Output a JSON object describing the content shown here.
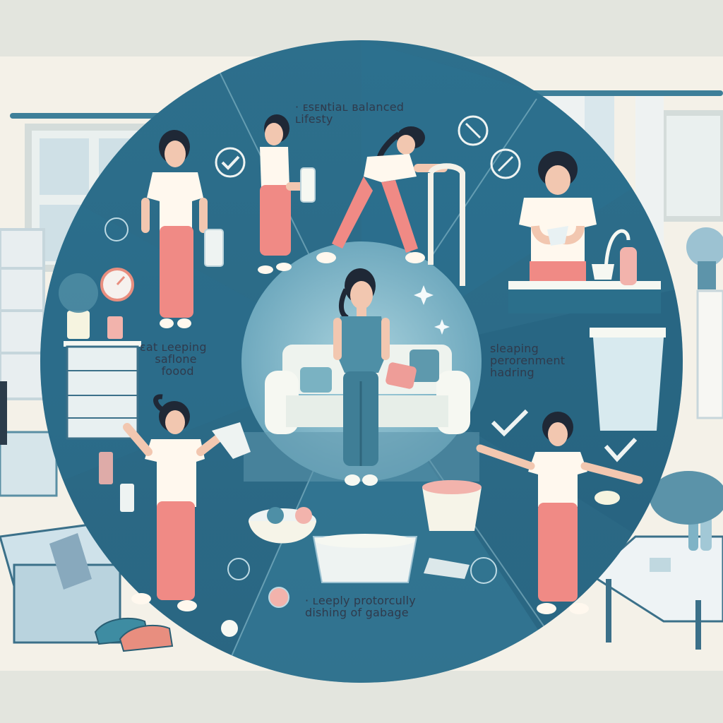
{
  "labels": {
    "top": [
      "· ᴇsᴇɴtiaʟ ʙalanced",
      "ʟifesty"
    ],
    "left": [
      "ɛat ʟeeping",
      "saflone",
      "foood"
    ],
    "right": [
      "sleaping",
      "perorenment",
      "hadring"
    ],
    "bottom": [
      "· ʟeeply protorcully",
      "dishing of gabage"
    ]
  },
  "palette": {
    "background": "#e3e5de",
    "room": "#f4f1e8",
    "circle_outer": "#2a6b8a",
    "circle_inner": "#6fa9be",
    "skin": "#f2c7b0",
    "shirt": "#fff8ee",
    "pants": "#f08a85",
    "hair": "#1f2836",
    "accent_teal": "#3f8fa8"
  },
  "icons": [
    "checkmark-icon",
    "clock-icon",
    "sparkle-icon",
    "bubble-icon",
    "no-sign-icon"
  ]
}
